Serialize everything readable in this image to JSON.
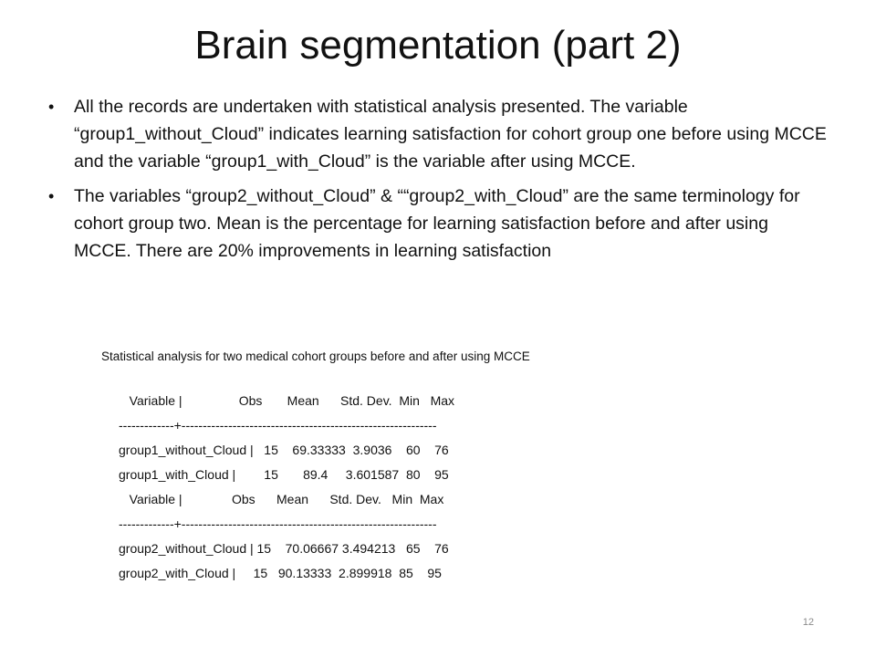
{
  "slide": {
    "title": "Brain segmentation (part 2)",
    "bullets": [
      "All the records are undertaken with statistical analysis presented. The variable “group1_without_Cloud” indicates learning satisfaction for cohort group one before using MCCE and the variable “group1_with_Cloud” is the variable after using MCCE.",
      "The variables “group2_without_Cloud” & ““group2_with_Cloud” are the same terminology for cohort group two. Mean is the percentage for learning satisfaction before and after using MCCE. There are 20% improvements in learning satisfaction"
    ],
    "caption": "Statistical analysis for two medical cohort groups before and after using MCCE",
    "stats_lines": [
      "   Variable |                Obs       Mean      Std. Dev.  Min   Max",
      "-------------+------------------------------------------------------------",
      "group1_without_Cloud |   15    69.33333  3.9036    60    76",
      "group1_with_Cloud |        15       89.4     3.601587  80    95",
      "   Variable |              Obs      Mean      Std. Dev.   Min  Max",
      "-------------+------------------------------------------------------------",
      "group2_without_Cloud | 15    70.06667 3.494213   65    76",
      "group2_with_Cloud |     15   90.13333  2.899918  85    95"
    ],
    "page_number": "12"
  }
}
